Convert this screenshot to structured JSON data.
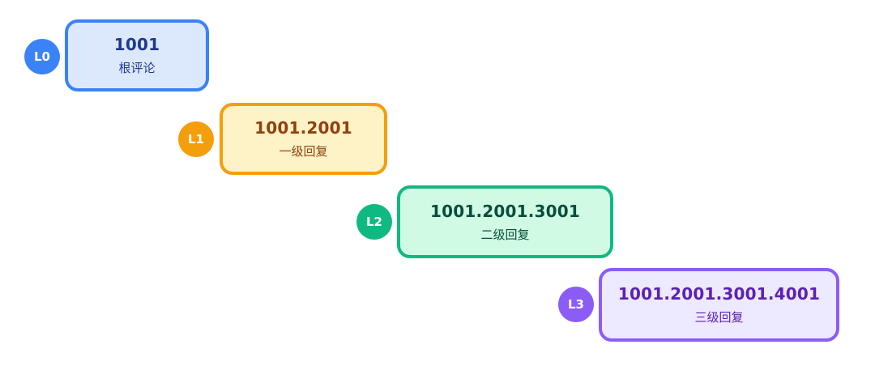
{
  "levels": [
    {
      "badge": "L0",
      "id": "1001",
      "label": "根评论",
      "colors": {
        "badge": "#3B82F6",
        "border": "#3B82F6",
        "fill": "#DCE9FD",
        "text": "#1E3A8A"
      }
    },
    {
      "badge": "L1",
      "id": "1001.2001",
      "label": "一级回复",
      "colors": {
        "badge": "#F59E0B",
        "border": "#F59E0B",
        "fill": "#FEF3C7",
        "text": "#92400E"
      }
    },
    {
      "badge": "L2",
      "id": "1001.2001.3001",
      "label": "二级回复",
      "colors": {
        "badge": "#10B981",
        "border": "#10B981",
        "fill": "#D1FAE5",
        "text": "#064E3B"
      }
    },
    {
      "badge": "L3",
      "id": "1001.2001.3001.4001",
      "label": "三级回复",
      "colors": {
        "badge": "#8B5CF6",
        "border": "#8B5CF6",
        "fill": "#EDE9FE",
        "text": "#5B21B6"
      }
    }
  ]
}
